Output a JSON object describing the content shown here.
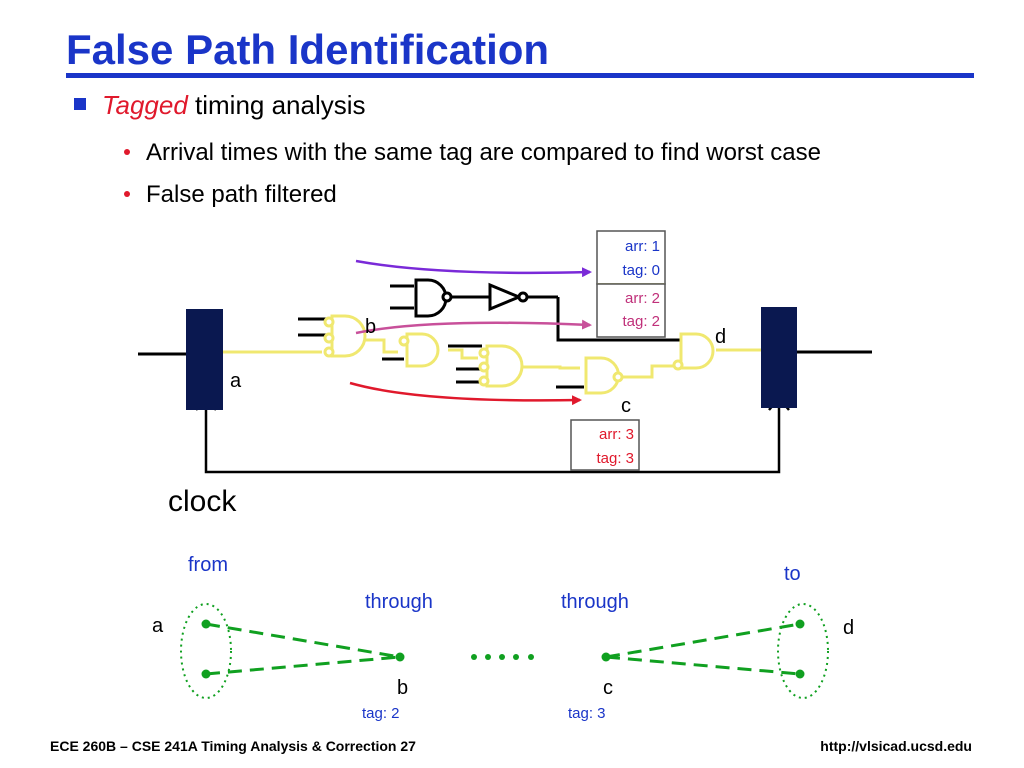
{
  "title": "False Path Identification",
  "bullet1": {
    "em": "Tagged",
    "rest": " timing analysis"
  },
  "sub_bullets": [
    "Arrival times with the same tag are compared to find worst case",
    "False path filtered"
  ],
  "circuit": {
    "node_a": "a",
    "node_b": "b",
    "node_c": "c",
    "node_d": "d",
    "clock": "clock",
    "tag_boxes": [
      {
        "arr": "arr: 1",
        "tag": "tag: 0",
        "color": "#1a35c8"
      },
      {
        "arr": "arr: 2",
        "tag": "tag: 2",
        "color": "#c0307a"
      },
      {
        "arr": "arr: 3",
        "tag": "tag: 3",
        "color": "#e0192c"
      }
    ],
    "colors": {
      "register": "#0a1850",
      "gate": "#f0e870",
      "arrow_purple": "#7a2ad8",
      "arrow_magenta": "#c8509a",
      "arrow_red": "#e0192c"
    }
  },
  "path_spec": {
    "from": "from",
    "to": "to",
    "through1": "through",
    "through2": "through",
    "a": "a",
    "b": "b",
    "c": "c",
    "d": "d",
    "tag_b": "tag: 2",
    "tag_c": "tag: 3",
    "colors": {
      "label": "#1a35c8",
      "green": "#10a020"
    }
  },
  "footer": {
    "left": "ECE 260B – CSE 241A Timing Analysis & Correction 27",
    "right": "http://vlsicad.ucsd.edu"
  }
}
